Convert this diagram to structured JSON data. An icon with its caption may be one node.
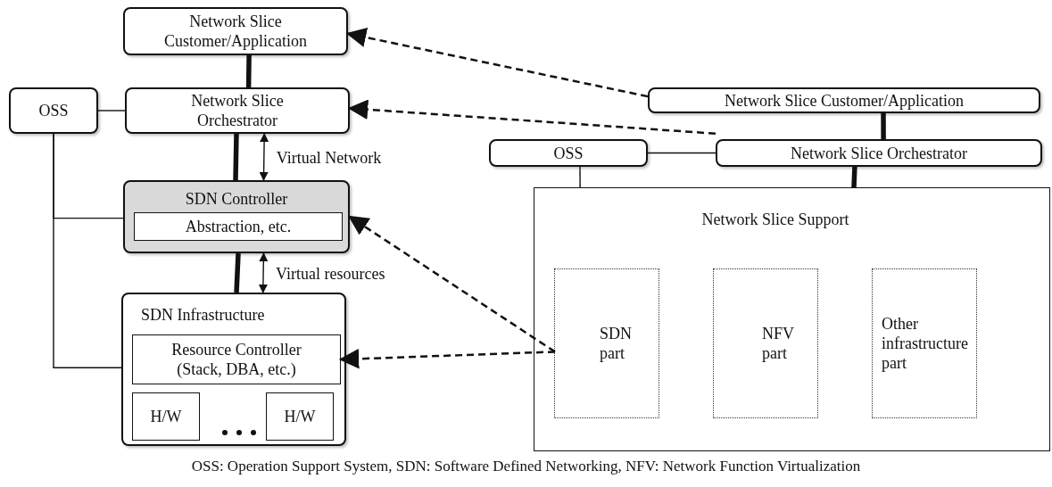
{
  "diagram": {
    "caption": "OSS: Operation Support System, SDN: Software Defined Networking, NFV: Network Function Virtualization",
    "nodes": [
      {
        "text": [
          "Network Slice Customer/Application"
        ]
      },
      {
        "text": [
          "OSS"
        ]
      },
      {
        "text": [
          "Network Slice Orchestrator"
        ]
      },
      {
        "text": [
          "SDN Controller"
        ]
      },
      {
        "text": [
          "Abstraction, etc."
        ],
        "in": 3
      },
      {
        "text": [
          "SDN Infrastructure"
        ]
      },
      {
        "text": [
          "Resource Controller (Stack, DBA, etc.)"
        ],
        "in": 5
      },
      {
        "text": [
          "H/W"
        ],
        "in": 5
      },
      {
        "text": [
          "H/W"
        ],
        "in": 5
      },
      {
        "text": [
          "Network Slice Customer/Application"
        ]
      },
      {
        "text": [
          "OSS"
        ]
      },
      {
        "text": [
          "Network Slice Orchestrator"
        ]
      },
      {
        "text": [
          "Network Slice Support"
        ]
      },
      {
        "text": [
          "SDN part"
        ],
        "in": 12
      },
      {
        "text": [
          "NFV part"
        ],
        "in": 12
      },
      {
        "text": [
          "Other infrastructure part"
        ],
        "in": 12
      }
    ],
    "edges": [
      {
        "from": 0,
        "to": 2,
        "arrow": "none",
        "style": "thick"
      },
      {
        "from": 1,
        "to": 2,
        "arrow": "none"
      },
      {
        "from": 2,
        "to": 3,
        "arrow": "none",
        "style": "thick"
      },
      {
        "from": 2,
        "to": 3,
        "arrow": "both",
        "label": "Virtual Network"
      },
      {
        "from": 1,
        "to": 3,
        "arrow": "none"
      },
      {
        "from": 1,
        "to": 5,
        "arrow": "none"
      },
      {
        "from": 3,
        "to": 5,
        "arrow": "none",
        "style": "thick"
      },
      {
        "from": 3,
        "to": 5,
        "arrow": "both",
        "label": "Virtual resources"
      },
      {
        "from": 9,
        "to": 0,
        "arrow": "to",
        "style": "dashed"
      },
      {
        "from": 11,
        "to": 2,
        "arrow": "to",
        "style": "dashed"
      },
      {
        "from": 13,
        "to": 3,
        "arrow": "to",
        "style": "dashed"
      },
      {
        "from": 13,
        "to": 6,
        "arrow": "to",
        "style": "dashed"
      },
      {
        "from": 9,
        "to": 11,
        "arrow": "none",
        "style": "thick"
      },
      {
        "from": 10,
        "to": 11,
        "arrow": "none"
      },
      {
        "from": 10,
        "to": 12,
        "arrow": "none"
      },
      {
        "from": 11,
        "to": 12,
        "arrow": "none",
        "style": "thick"
      }
    ]
  }
}
